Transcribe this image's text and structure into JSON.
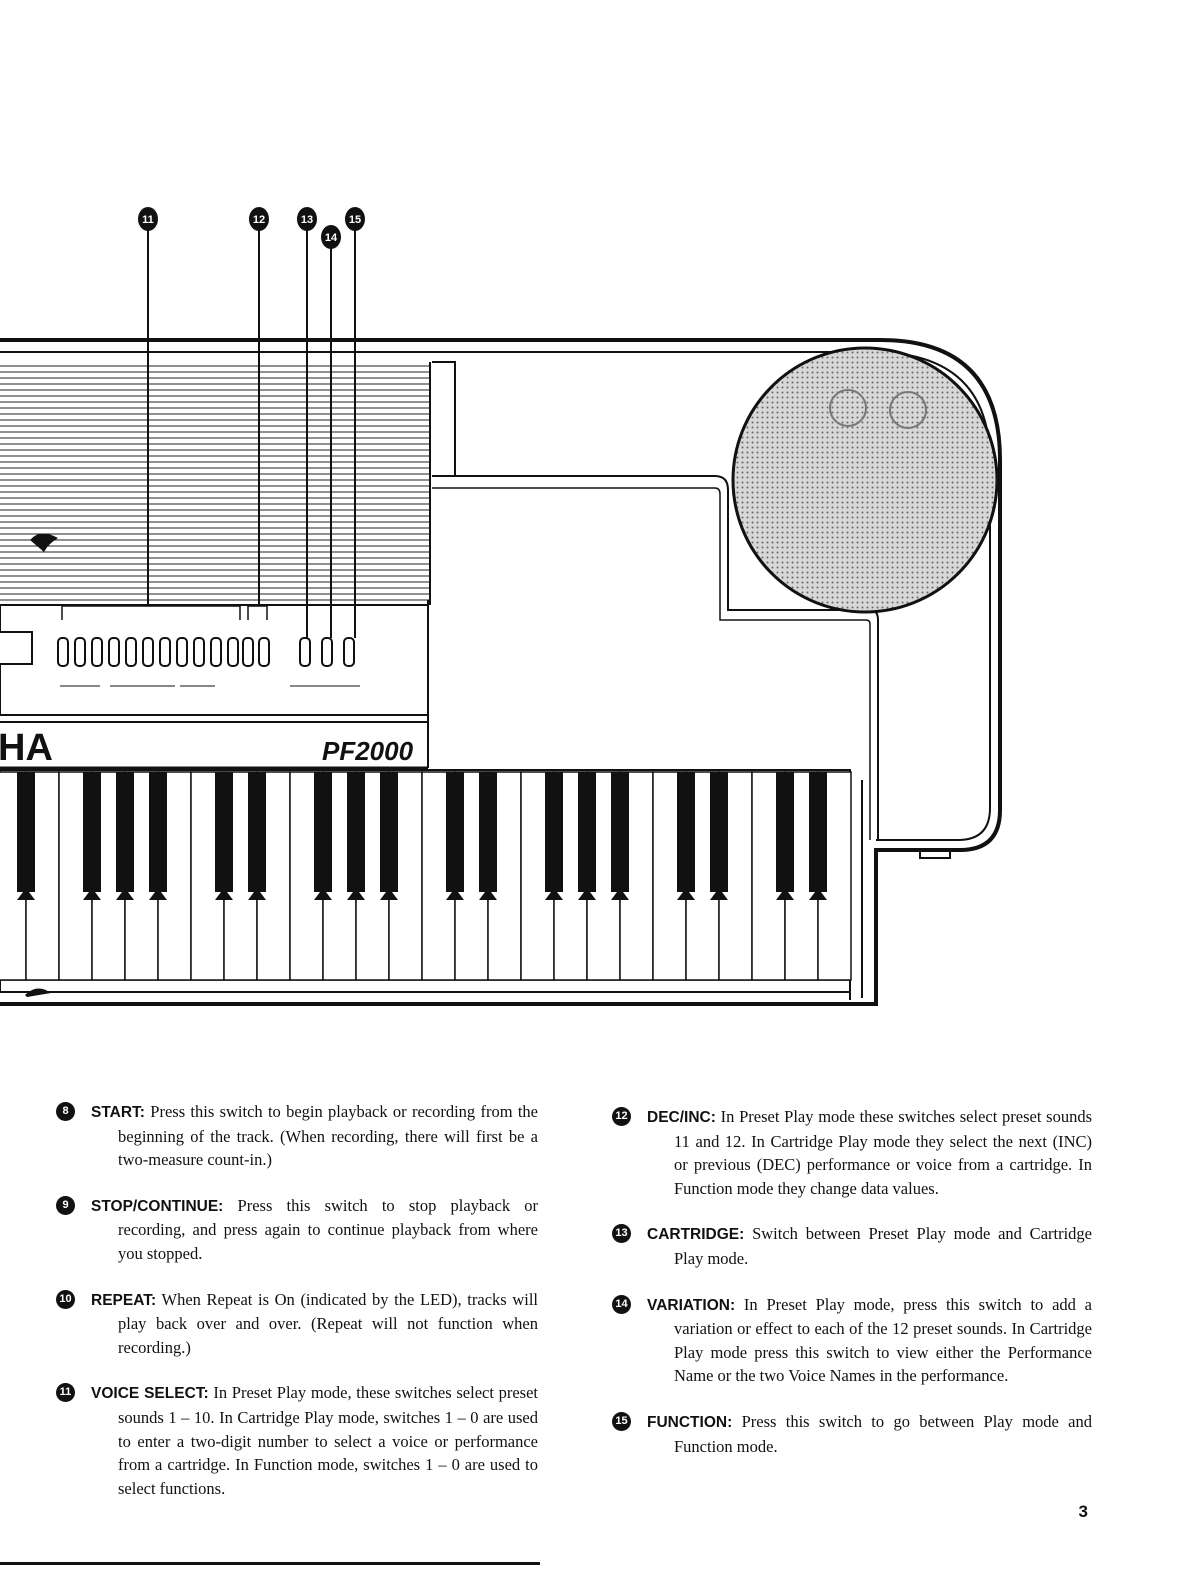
{
  "illustration": {
    "callouts": [
      "11",
      "12",
      "13",
      "14",
      "15"
    ],
    "brand_fragment": "HA",
    "model_label": "PF2000"
  },
  "items": [
    {
      "number": "8",
      "label": "START:",
      "text": "Press this switch to begin playback or recording from the beginning of the track. (When recording, there will first be a two-measure count-in.)"
    },
    {
      "number": "9",
      "label": "STOP/CONTINUE:",
      "text": "Press this switch to stop playback or recording, and press again to continue playback from where you stopped."
    },
    {
      "number": "10",
      "label": "REPEAT:",
      "text": "When Repeat is On (indicated by the LED), tracks will play back over and over. (Repeat will not function when recording.)"
    },
    {
      "number": "11",
      "label": "VOICE SELECT:",
      "text": "In Preset Play mode, these switches select preset sounds 1 – 10. In Cartridge Play mode, switches 1 – 0 are used to enter a two-digit number to select a voice or performance from a cartridge. In Function mode, switches 1 – 0 are used to select functions."
    },
    {
      "number": "12",
      "label": "DEC/INC:",
      "text": "In Preset Play mode these switches select preset sounds 11 and 12. In Cartridge Play mode they select the next (INC) or previous (DEC) performance or voice from a cartridge. In Function mode they change data values."
    },
    {
      "number": "13",
      "label": "CARTRIDGE:",
      "text": "Switch between Preset Play mode and Cartridge Play mode."
    },
    {
      "number": "14",
      "label": "VARIATION:",
      "text": "In Preset Play mode, press this switch to add a variation or effect to each of the 12 preset sounds. In Cartridge Play mode press this switch to view either the Performance Name or the two Voice Names in the performance."
    },
    {
      "number": "15",
      "label": "FUNCTION:",
      "text": "Press this switch to go between Play mode and Function mode."
    }
  ],
  "page_number": "3"
}
